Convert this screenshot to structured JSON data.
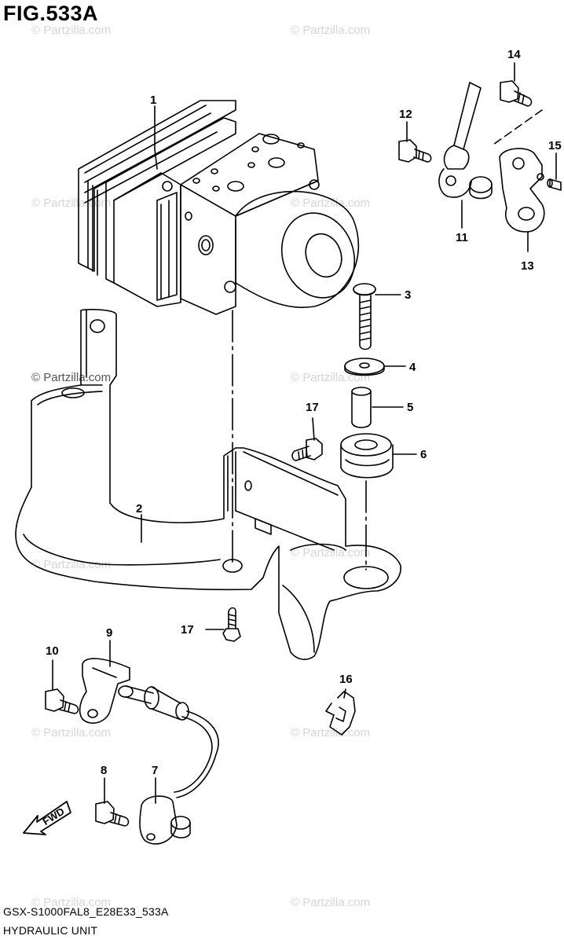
{
  "figure": {
    "title": "FIG.533A",
    "code": "GSX-S1000FAL8_E28E33_533A",
    "caption": "HYDRAULIC UNIT",
    "fwd_label": "FWD"
  },
  "watermark": {
    "text": "© Partzilla.com",
    "text_short": "© Partzilla.com"
  },
  "callouts": {
    "c1": "1",
    "c2": "2",
    "c3": "3",
    "c4": "4",
    "c5": "5",
    "c6": "6",
    "c7": "7",
    "c8": "8",
    "c9": "9",
    "c10": "10",
    "c11": "11",
    "c12": "12",
    "c13": "13",
    "c14": "14",
    "c15": "15",
    "c16": "16",
    "c17a": "17",
    "c17b": "17"
  },
  "icons": {
    "fwd_arrow": "fwd-arrow-icon"
  }
}
